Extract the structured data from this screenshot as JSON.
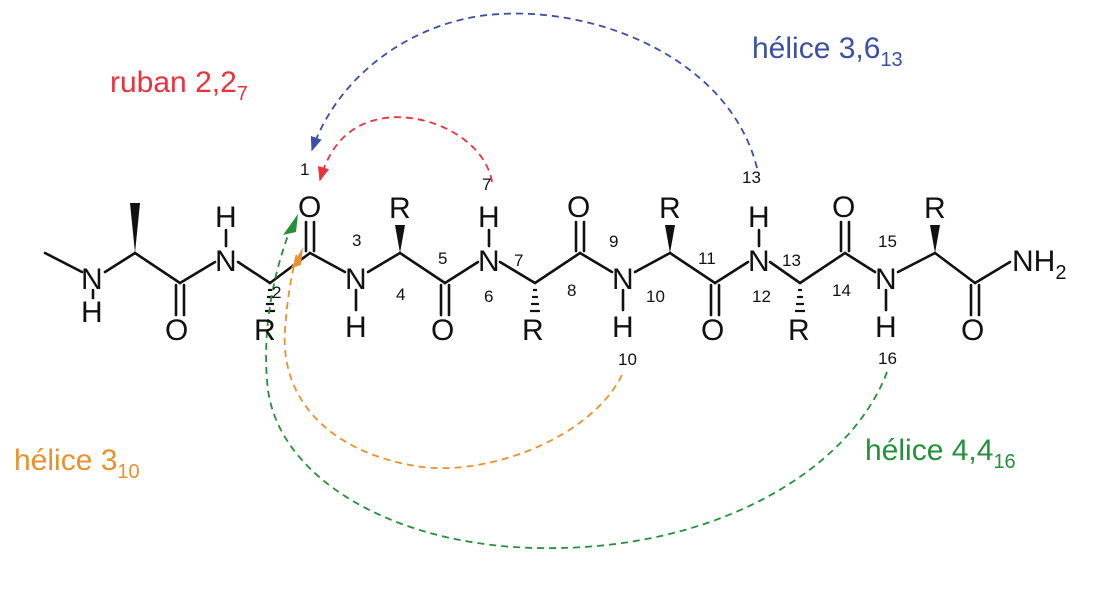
{
  "colors": {
    "red": "#e8323c",
    "blue": "#3a4fa6",
    "orange": "#e8912e",
    "green": "#25903a",
    "black": "#111111"
  },
  "labels": {
    "ruban": {
      "main": "ruban 2,2",
      "sub": "7"
    },
    "helix_blue": {
      "main": "hélice 3,6",
      "sub": "13"
    },
    "helix_orange": {
      "main": "hélice 3",
      "sub": "10"
    },
    "helix_green": {
      "main": "hélice 4,4",
      "sub": "16"
    }
  },
  "atoms": {
    "N": "N",
    "H": "H",
    "O": "O",
    "R": "R",
    "NH2_main": "NH",
    "NH2_sub": "2"
  },
  "numbers": {
    "n1": "1",
    "n2": "2",
    "n3": "3",
    "n4": "4",
    "n5": "5",
    "n6": "6",
    "n7": "7",
    "n8": "8",
    "n9": "9",
    "n10": "10",
    "n11": "11",
    "n12": "12",
    "n13": "13",
    "n14": "14",
    "n15": "15"
  },
  "arc_end_labels": {
    "red": "7",
    "blue": "13",
    "orange": "10",
    "green": "16",
    "blue_start": "1"
  }
}
